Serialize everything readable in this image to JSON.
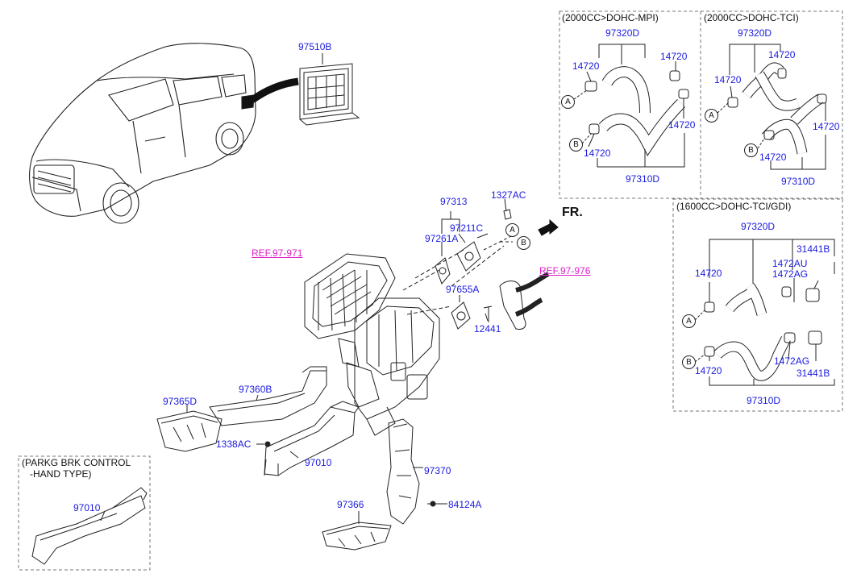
{
  "boxes": {
    "mpi": {
      "title": "(2000CC>DOHC-MPI)",
      "p97320D": "97320D",
      "p14720_tl": "14720",
      "p14720_tr": "14720",
      "p14720_mr": "14720",
      "p14720_bl": "14720",
      "p97310D": "97310D",
      "a": "A",
      "b": "B"
    },
    "tci": {
      "title": "(2000CC>DOHC-TCI)",
      "p97320D": "97320D",
      "p14720_tl": "14720",
      "p14720_tr": "14720",
      "p14720_mr": "14720",
      "p14720_bl": "14720",
      "p97310D": "97310D",
      "a": "A",
      "b": "B"
    },
    "gdi": {
      "title": "(1600CC>DOHC-TCI/GDI)",
      "p97320D": "97320D",
      "p31441B_t": "31441B",
      "p1472AU": "1472AU",
      "p1472AG_t": "1472AG",
      "p14720_t": "14720",
      "p14720_b": "14720",
      "p1472AG_b": "1472AG",
      "p31441B_b": "31441B",
      "p97310D": "97310D",
      "a": "A",
      "b": "B"
    },
    "parking": {
      "title": "(PARKG BRK CONTROL\n   -HAND TYPE)",
      "p97010": "97010"
    }
  },
  "main": {
    "fr": "FR.",
    "parts": {
      "p97510B": "97510B",
      "p97313": "97313",
      "p1327AC": "1327AC",
      "p97211C": "97211C",
      "p97261A": "97261A",
      "p97655A": "97655A",
      "p12441": "12441",
      "p97360B": "97360B",
      "p97365D": "97365D",
      "p1338AC": "1338AC",
      "p97010": "97010",
      "p97370": "97370",
      "p97366": "97366",
      "p84124A": "84124A"
    },
    "refs": {
      "ref971": "REF.97-971",
      "ref976": "REF.97-976"
    },
    "circles": {
      "a": "A",
      "b": "B"
    }
  }
}
